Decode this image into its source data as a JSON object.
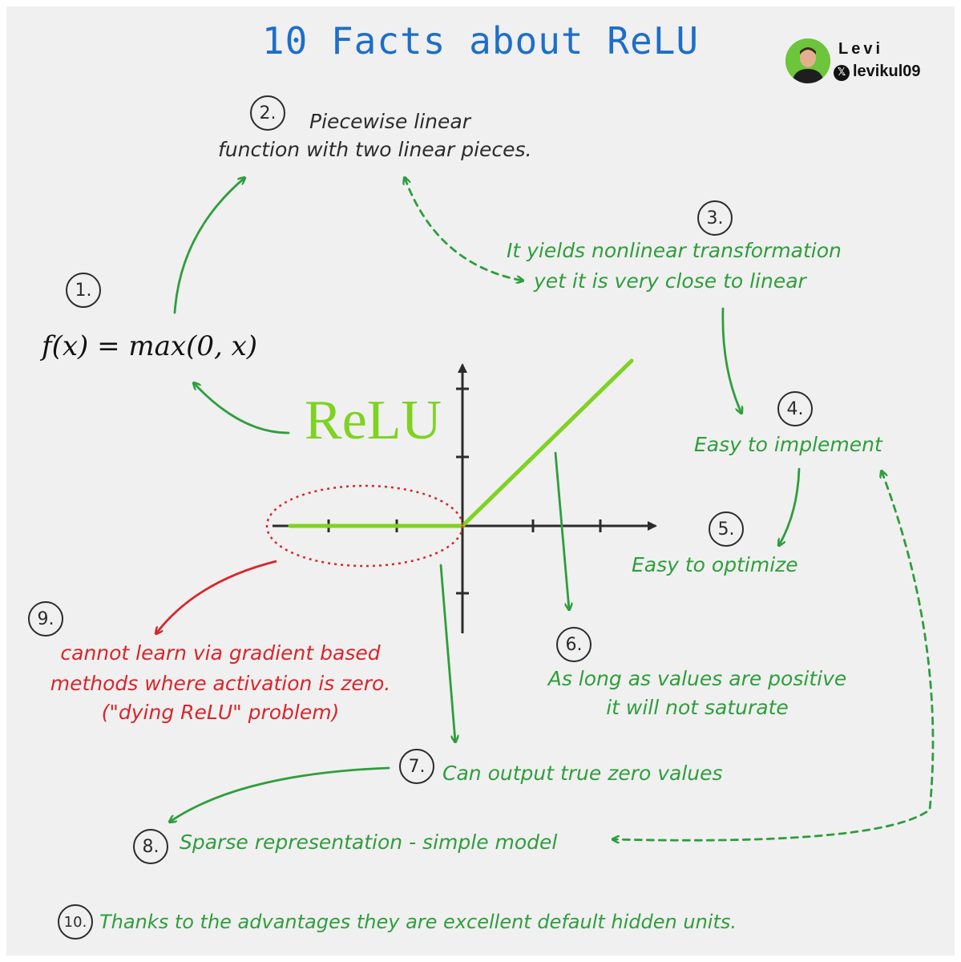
{
  "title": "10 Facts about ReLU",
  "author": {
    "name": "Levi",
    "handle": "levikul09",
    "handle_icon": "x-logo-icon"
  },
  "formula": "f(x) = max(0, x)",
  "graph_label": "ReLU",
  "facts": [
    {
      "number": "1.",
      "text": ""
    },
    {
      "number": "2.",
      "line1": "Piecewise linear",
      "line2": "function with two linear pieces."
    },
    {
      "number": "3.",
      "line1": "It yields nonlinear transformation",
      "line2": "yet it is very close to linear"
    },
    {
      "number": "4.",
      "text": "Easy to implement"
    },
    {
      "number": "5.",
      "text": "Easy to optimize"
    },
    {
      "number": "6.",
      "line1": "As long as values are positive",
      "line2": "it will not saturate"
    },
    {
      "number": "7.",
      "text": "Can output true zero values"
    },
    {
      "number": "8.",
      "text": "Sparse representation - simple model"
    },
    {
      "number": "9.",
      "line1": "cannot learn via gradient based",
      "line2": "methods where activation is zero.",
      "line3": "(\"dying ReLU\" problem)"
    },
    {
      "number": "10.",
      "text": "Thanks to the advantages they are excellent default hidden units."
    }
  ],
  "colors": {
    "title": "#1d6ec9",
    "positive": "#2e9e3c",
    "negative": "#d7262c",
    "relu_curve": "#7ed321",
    "axes": "#2b2b2b",
    "background": "#f0f0f0"
  }
}
